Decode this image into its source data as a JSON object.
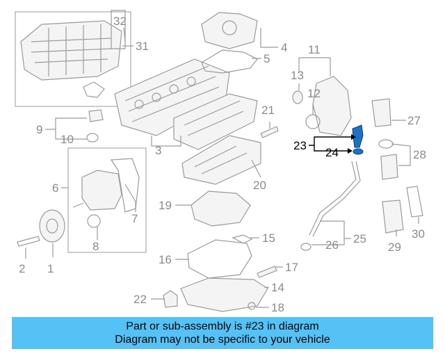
{
  "labels": {
    "l1": "1",
    "l2": "2",
    "l3": "3",
    "l4": "4",
    "l5": "5",
    "l6": "6",
    "l7": "7",
    "l8": "8",
    "l9": "9",
    "l10": "10",
    "l11": "11",
    "l12": "12",
    "l13": "13",
    "l14": "14",
    "l15": "15",
    "l16": "16",
    "l17": "17",
    "l18": "18",
    "l19": "19",
    "l20": "20",
    "l21": "21",
    "l22": "22",
    "l23": "23",
    "l24": "24",
    "l25": "25",
    "l26": "26",
    "l27": "27",
    "l28": "28",
    "l29": "29",
    "l30": "30",
    "l31": "31",
    "l32": "32"
  },
  "highlight": {
    "part_number": "23",
    "color": "#1a73c8"
  },
  "banner": {
    "line1": "Part or sub-assembly is #23 in diagram",
    "line2": "Diagram may not be specific to your vehicle",
    "background": "#55c2f5"
  }
}
